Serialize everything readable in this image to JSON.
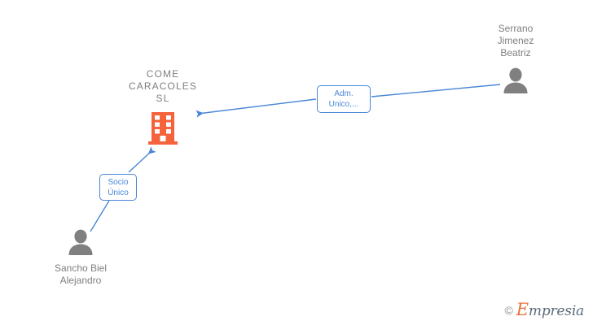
{
  "diagram": {
    "type": "corporate-structure-graph",
    "background_color": "#ffffff",
    "company": {
      "name": "COME\nCARACOLES\nSL",
      "icon": "building-icon",
      "icon_color": "#f4633c",
      "text_color": "#7f7f7f"
    },
    "persons": [
      {
        "id": "serrano",
        "name": "Serrano\nJimenez\nBeatriz",
        "icon": "person-icon",
        "icon_color": "#808080",
        "label_position": "above"
      },
      {
        "id": "sancho",
        "name": "Sancho Biel\nAlejandro",
        "icon": "person-icon",
        "icon_color": "#808080",
        "label_position": "below"
      }
    ],
    "relations": [
      {
        "id": "adm",
        "label": "Adm.\nUnico,...",
        "from": "serrano",
        "to": "company",
        "border_color": "#4a86d8",
        "text_color": "#4a86d8"
      },
      {
        "id": "socio",
        "label": "Socio\nÚnico",
        "from": "sancho",
        "to": "company",
        "border_color": "#4a86d8",
        "text_color": "#4a86d8"
      }
    ],
    "edge_color": "#4a86d8"
  },
  "watermark": {
    "copyright": "©",
    "initial": "E",
    "rest": "mpresia",
    "initial_color": "#e8703a",
    "text_color": "#5a6b7b"
  }
}
